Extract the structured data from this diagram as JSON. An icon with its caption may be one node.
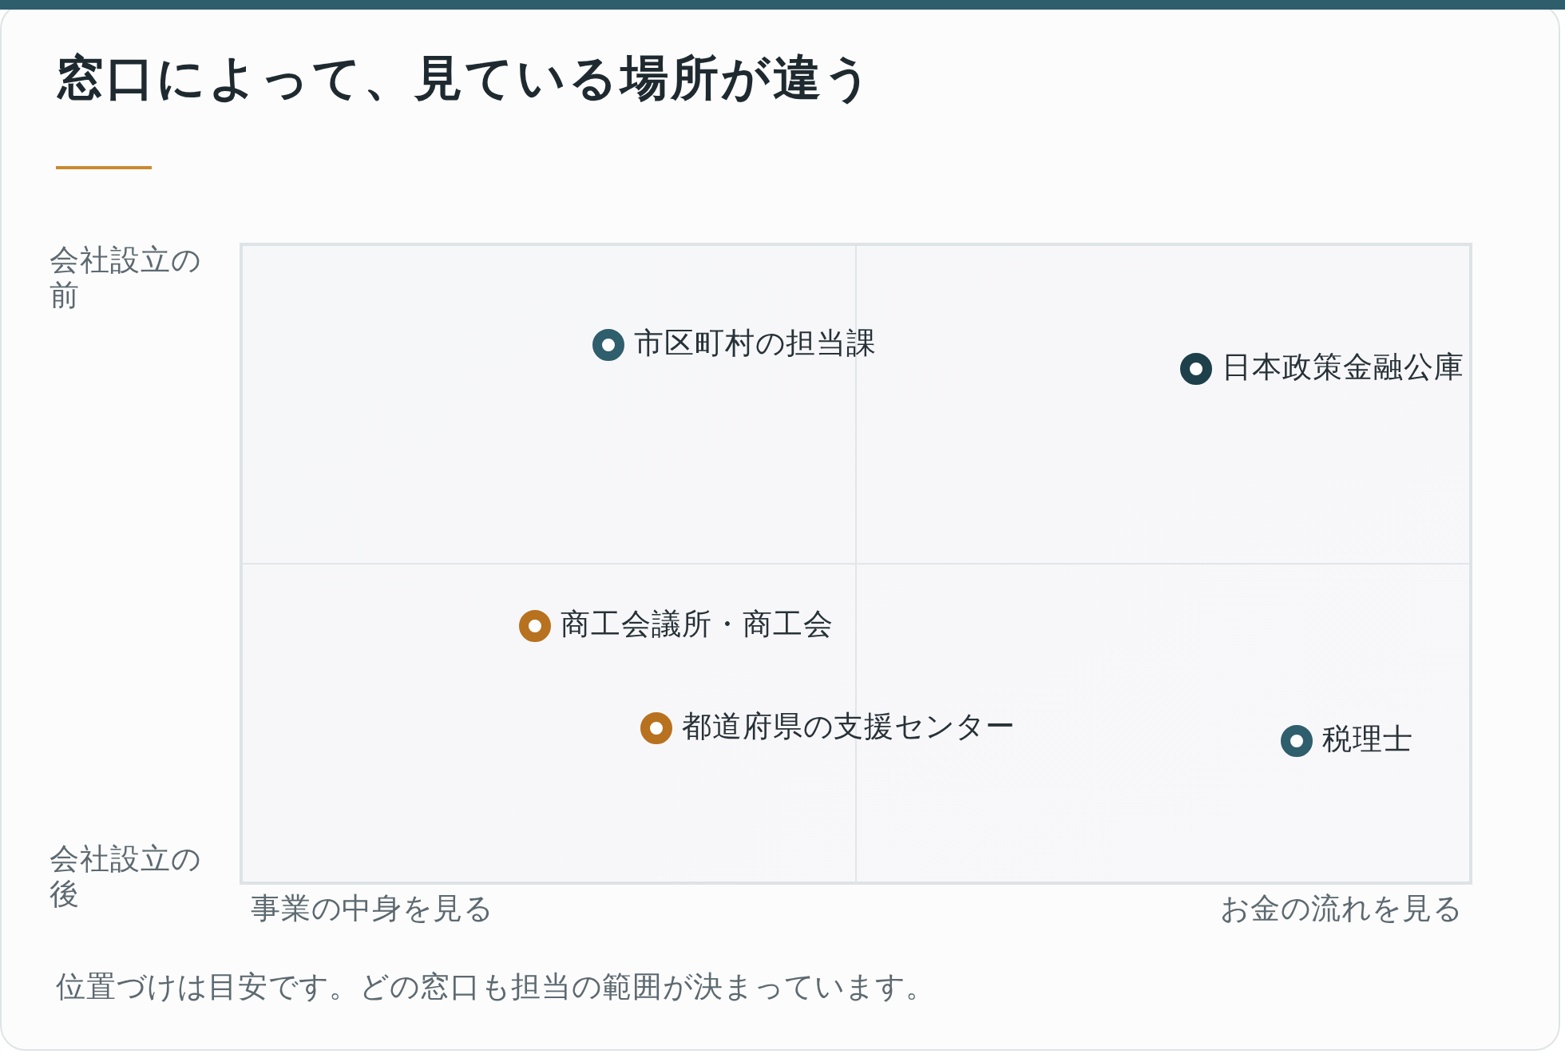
{
  "diagram": {
    "title": "窓口によって、見ている場所が違う",
    "nodes": [
      {
        "text": [
          "市区町村の担当課"
        ]
      },
      {
        "text": [
          "日本政策金融公庫"
        ]
      },
      {
        "text": [
          "商工会議所・商工会"
        ]
      },
      {
        "text": [
          "都道府県の支援センター"
        ]
      },
      {
        "text": [
          "税理士"
        ]
      }
    ],
    "labels": [
      "会社設立の前",
      "会社設立の後",
      "事業の中身を見る",
      "お金の流れを見る"
    ],
    "caption": "位置づけは目安です。どの窓口も担当の範囲が決まっています。"
  }
}
